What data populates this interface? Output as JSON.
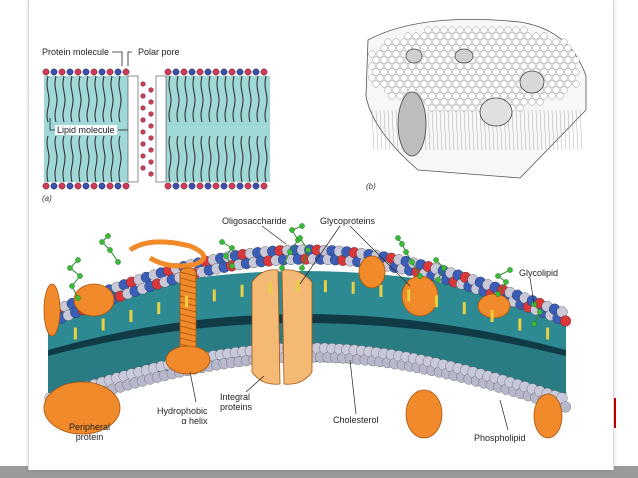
{
  "panel_a": {
    "protein_molecule": "Protein molecule",
    "polar_pore": "Polar pore",
    "lipid_molecule": "Lipid molecule",
    "caption": "(a)"
  },
  "panel_b": {
    "caption": "(b)"
  },
  "panel_c": {
    "oligosaccharide": "Oligosaccharide",
    "glycoproteins": "Glycoproteins",
    "glycolipid": "Glycolipid",
    "hydrophobic_helix": "Hydrophobic\nα helix",
    "integral_proteins": "Integral\nproteins",
    "cholesterol": "Cholesterol",
    "phospholipid": "Phospholipid",
    "peripheral_protein": "Peripheral\nprotein"
  },
  "colors": {
    "slide_accent": "#c00000",
    "lipid_fill": "#9fd8d6",
    "protein_orange": "#f08a2a",
    "head_blue": "#3a5db8",
    "head_red": "#d8383a",
    "head_grey": "#c8c8d8"
  }
}
